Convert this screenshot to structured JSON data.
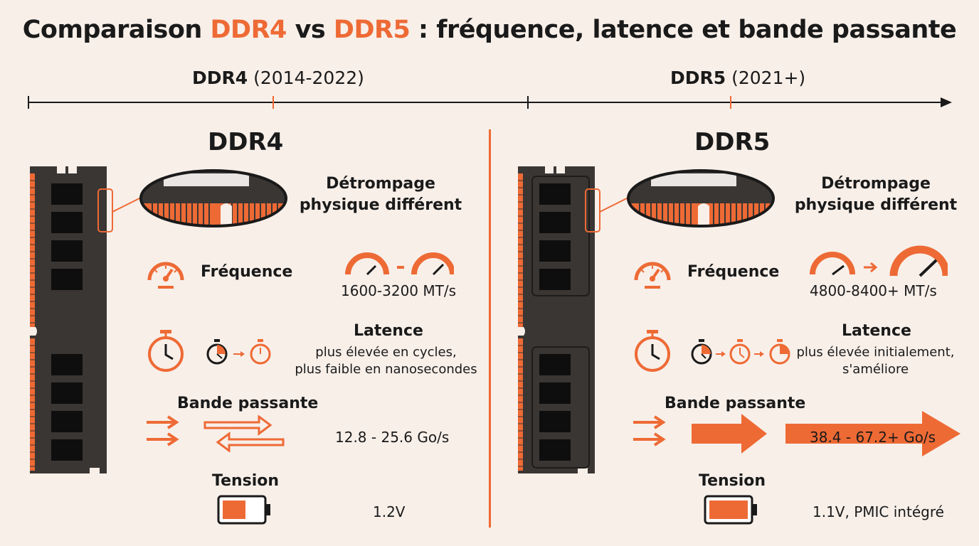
{
  "title": {
    "prefix": "Comparaison ",
    "ddr4": "DDR4",
    "middle": " vs ",
    "ddr5": "DDR5",
    "suffix": " : fréquence, latence et bande passante"
  },
  "timeline": {
    "ddr4_name": "DDR4",
    "ddr4_years": "(2014-2022)",
    "ddr5_name": "DDR5",
    "ddr5_years": "(2021+)"
  },
  "colors": {
    "accent": "#ee6a35",
    "dark": "#1a1a1a",
    "module": "#3a3634",
    "background": "#f8efe9"
  },
  "ddr4": {
    "heading": "DDR4",
    "keying": "Détrompage\nphysique différent",
    "frequency_label": "Fréquence",
    "frequency_value": "1600-3200 MT/s",
    "latency_label": "Latence",
    "latency_desc_1": "plus élevée en cycles,",
    "latency_desc_2": "plus faible en nanosecondes",
    "bandwidth_label": "Bande passante",
    "bandwidth_value": "12.8 - 25.6 Go/s",
    "voltage_label": "Tension",
    "voltage_value": "1.2V",
    "voltage_level": 0.6
  },
  "ddr5": {
    "heading": "DDR5",
    "keying": "Détrompage\nphysique différent",
    "frequency_label": "Fréquence",
    "frequency_value": "4800-8400+ MT/s",
    "latency_label": "Latence",
    "latency_desc_1": "plus élevée initialement,",
    "latency_desc_2": "s'améliore",
    "bandwidth_label": "Bande passante",
    "bandwidth_value": "38.4 - 67.2+ Go/s",
    "voltage_label": "Tension",
    "voltage_value": "1.1V, PMIC intégré",
    "voltage_level": 1.0
  },
  "icons": {
    "frequency": "speedometer-icon",
    "latency": "stopwatch-icon",
    "bandwidth": "arrows-icon",
    "voltage": "battery-icon"
  }
}
